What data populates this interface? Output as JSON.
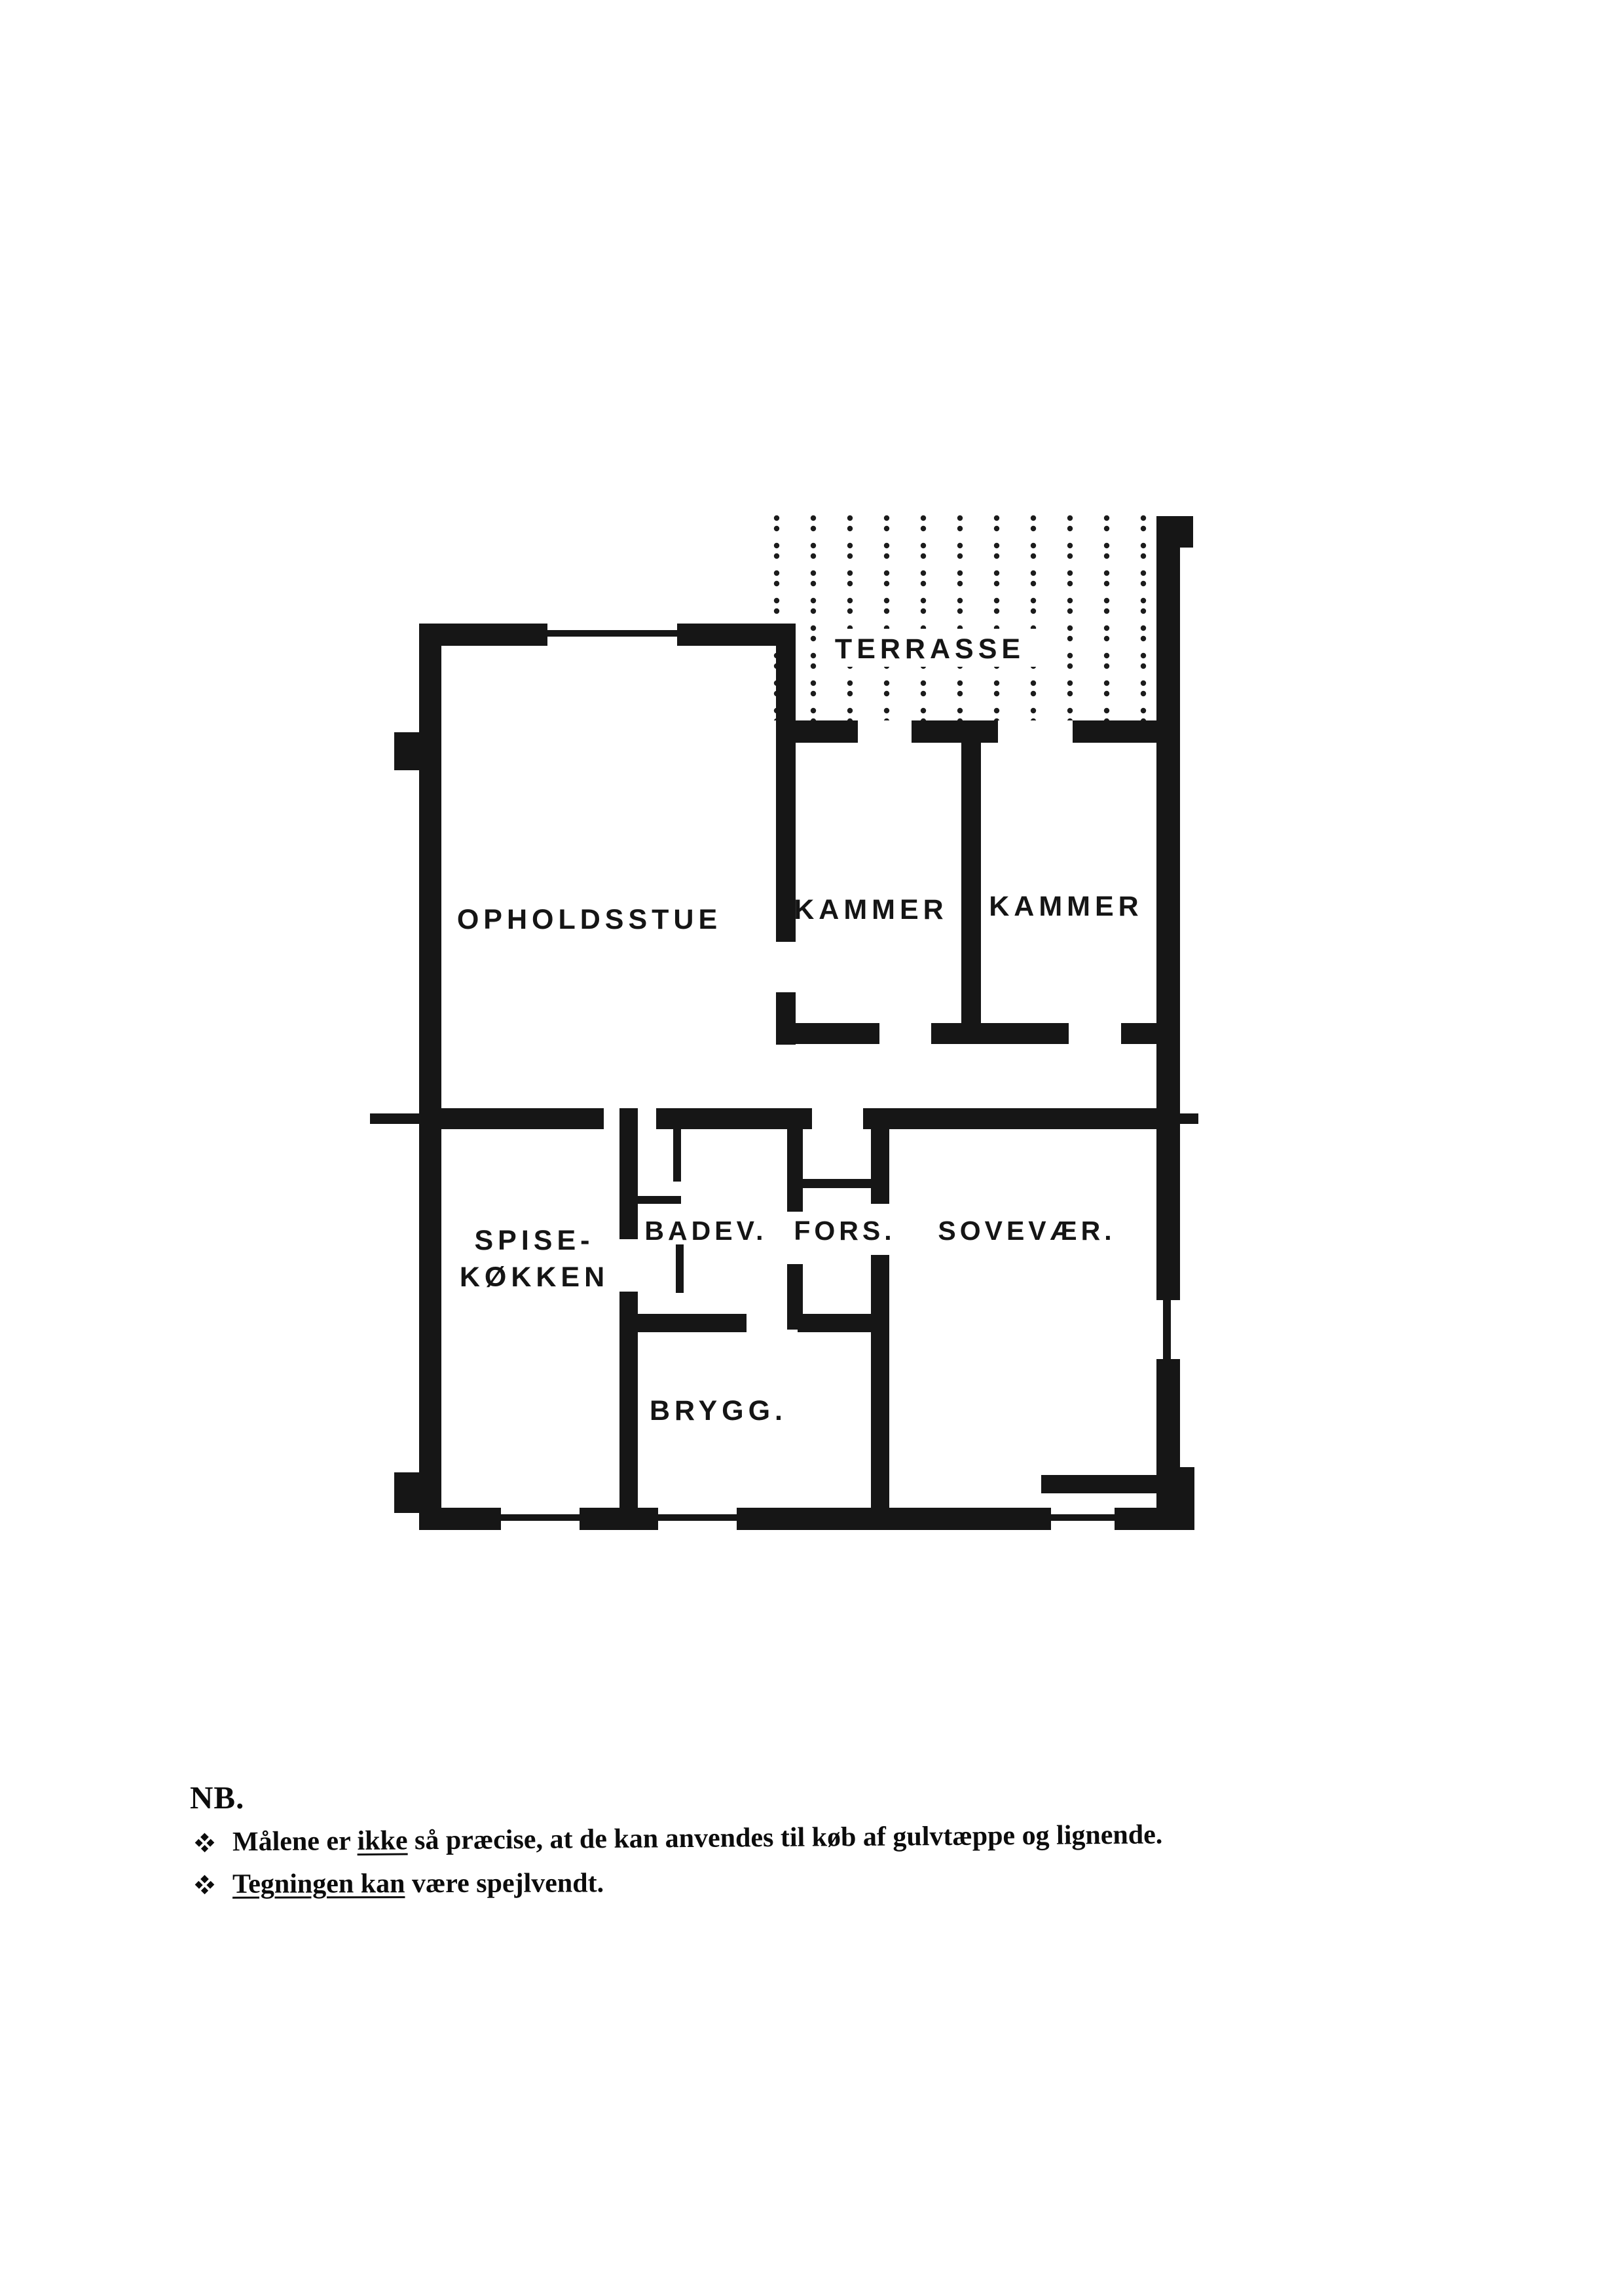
{
  "colors": {
    "ink": "#151515",
    "paper": "#ffffff"
  },
  "floor_plan": {
    "rooms": {
      "terrasse": "TERRASSE",
      "opholdsstue": "OPHOLDSSTUE",
      "kammer_left": "KAMMER",
      "kammer_right": "KAMMER",
      "spisekokken_line1": "SPISE-",
      "spisekokken_line2": "KØKKEN",
      "badevaerelse": "BADEV.",
      "forstue": "FORS.",
      "sovevaerelse": "SOVEVÆR.",
      "bryggers": "BRYGG."
    }
  },
  "notes": {
    "heading": "NB.",
    "bullet_icon": "four-diamond-bullet",
    "items": [
      {
        "pre": "Målene er ",
        "underlined": "ikke",
        "post": " så præcise, at de kan anvendes til køb af gulvtæppe og lignende."
      },
      {
        "pre": "",
        "underlined": "Tegningen kan",
        "post": " være spejlvendt."
      }
    ]
  }
}
